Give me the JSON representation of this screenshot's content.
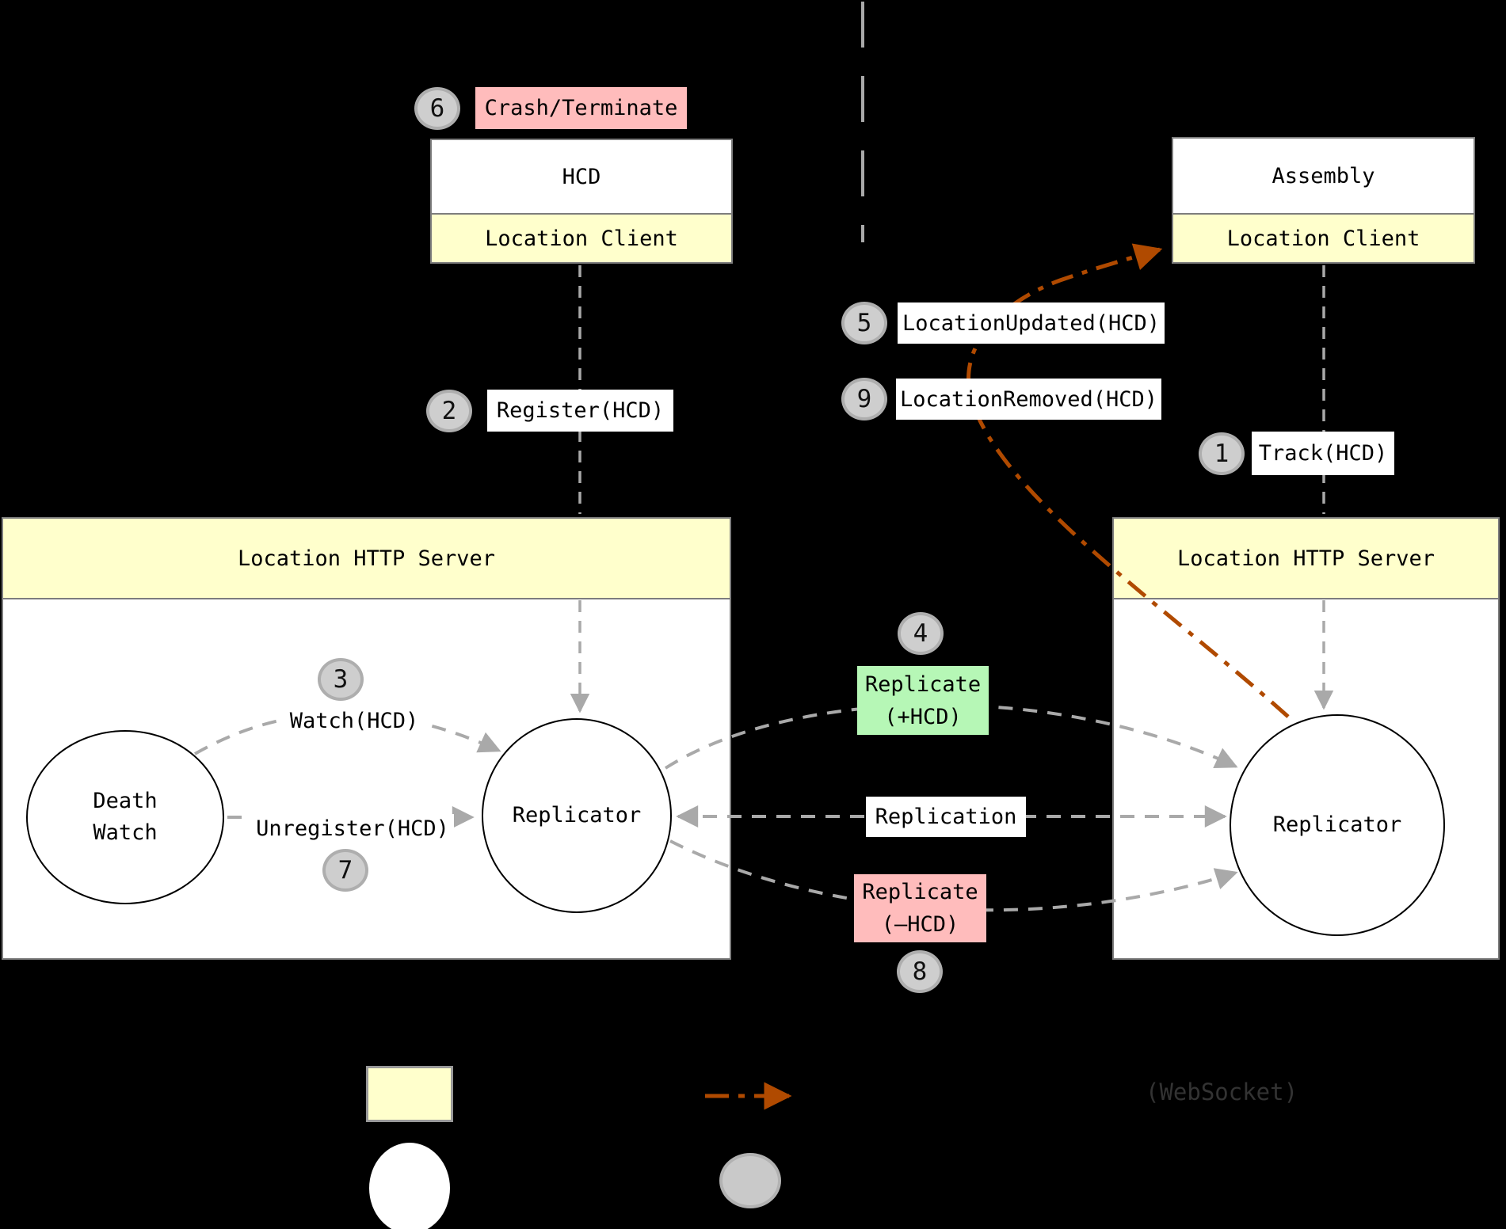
{
  "colors": {
    "background": "#000000",
    "component_yellow": "#ffffcc",
    "add_green": "#b6f7b6",
    "remove_pink": "#ffbcbc",
    "gray_line": "#a9a9a9",
    "websocket_orange": "#b04a00",
    "step_circle_fill": "#cecece",
    "step_circle_border": "#aeaeae",
    "websocket_text": "#333333"
  },
  "nodes": {
    "hcd": {
      "title": "HCD",
      "client": "Location Client"
    },
    "assembly": {
      "title": "Assembly",
      "client": "Location Client"
    },
    "left_server": {
      "title": "Location HTTP Server"
    },
    "right_server": {
      "title": "Location HTTP Server"
    },
    "death_watch": {
      "line1": "Death",
      "line2": "Watch"
    },
    "left_replicator": {
      "label": "Replicator"
    },
    "right_replicator": {
      "label": "Replicator"
    }
  },
  "messages": {
    "track": {
      "step": "1",
      "label": "Track(HCD)"
    },
    "register": {
      "step": "2",
      "label": "Register(HCD)"
    },
    "watch": {
      "step": "3",
      "label": "Watch(HCD)"
    },
    "replicate_add": {
      "step": "4",
      "line1": "Replicate",
      "line2": "(+HCD)"
    },
    "location_updated": {
      "step": "5",
      "label": "LocationUpdated(HCD)"
    },
    "crash": {
      "step": "6",
      "label": "Crash/Terminate"
    },
    "unregister": {
      "step": "7",
      "label": "Unregister(HCD)"
    },
    "replicate_remove": {
      "step": "8",
      "line1": "Replicate",
      "line2": "(—HCD)"
    },
    "location_removed": {
      "step": "9",
      "label": "LocationRemoved(HCD)"
    },
    "replication": {
      "label": "Replication"
    }
  },
  "legend": {
    "websocket_label": "(WebSocket)"
  }
}
